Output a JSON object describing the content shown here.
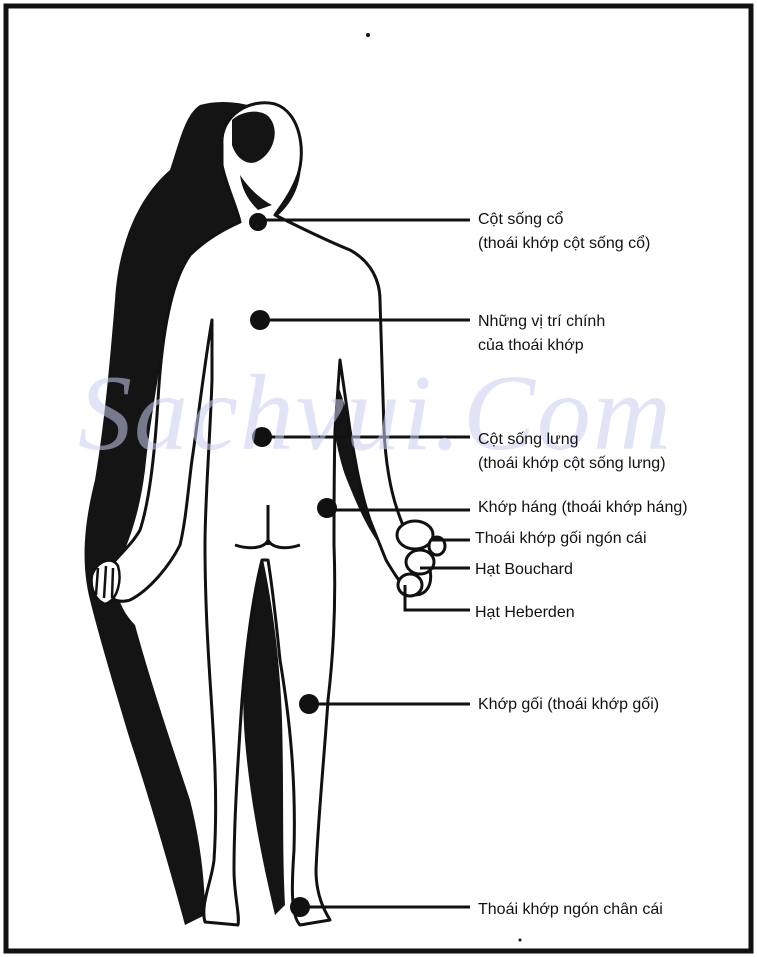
{
  "diagram": {
    "labels": {
      "cervical_spine": "Cột sống cổ",
      "cervical_spine_sub": "(thoái khớp cột sống cổ)",
      "main_sites": "Những vị trí chính",
      "main_sites_sub": "của thoái khớp",
      "lumbar_spine": "Cột sống lưng",
      "lumbar_spine_sub": "(thoái khớp cột sống lưng)",
      "hip": "Khớp háng (thoái khớp háng)",
      "thumb_base": "Thoái khớp gối ngón cái",
      "bouchard": "Hạt Bouchard",
      "heberden": "Hạt Heberden",
      "knee": "Khớp gối (thoái khớp gối)",
      "big_toe": "Thoái khớp ngón chân cái"
    },
    "watermark": "Sachvui.Com",
    "colors": {
      "ink": "#111111",
      "background": "#ffffff",
      "watermark": "#c9cdf1"
    }
  }
}
